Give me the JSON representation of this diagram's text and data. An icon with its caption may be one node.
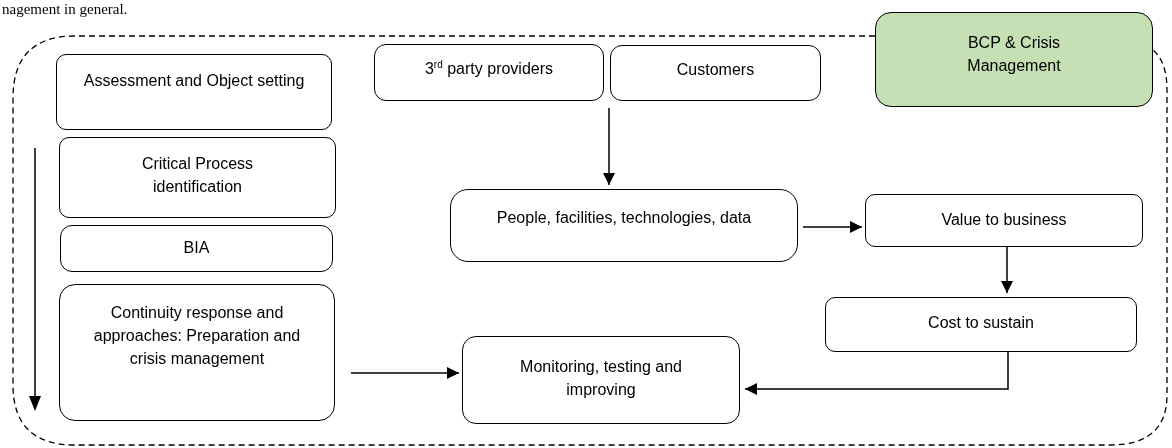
{
  "diagram": {
    "nodes": [
      {
        "text": [
          "BCP & Crisis Management"
        ]
      },
      {
        "text": [
          "Assessment and Object setting"
        ]
      },
      {
        "text": [
          "Critical Process identification"
        ]
      },
      {
        "text": [
          "BIA"
        ]
      },
      {
        "text": [
          "Continuity response and approaches: Preparation and crisis management"
        ]
      },
      {
        "text": [
          "3$^{rd}$ party providers"
        ]
      },
      {
        "text": [
          "Customers"
        ]
      },
      {
        "text": [
          "People, facilities, technologies, data"
        ]
      },
      {
        "text": [
          "Value to business"
        ]
      },
      {
        "text": [
          "Cost to sustain"
        ]
      },
      {
        "text": [
          "Monitoring, testing and improving"
        ]
      }
    ],
    "edges": [
      {
        "from": 5,
        "to": 7,
        "arrow": "to"
      },
      {
        "from": 6,
        "to": 7,
        "arrow": "to"
      },
      {
        "from": 7,
        "to": 8,
        "arrow": "to"
      },
      {
        "from": 8,
        "to": 9,
        "arrow": "to"
      },
      {
        "from": 9,
        "to": 10,
        "arrow": "to"
      },
      {
        "from": 4,
        "to": 10,
        "arrow": "to"
      }
    ],
    "labels": [
      "nagement in general."
    ]
  }
}
